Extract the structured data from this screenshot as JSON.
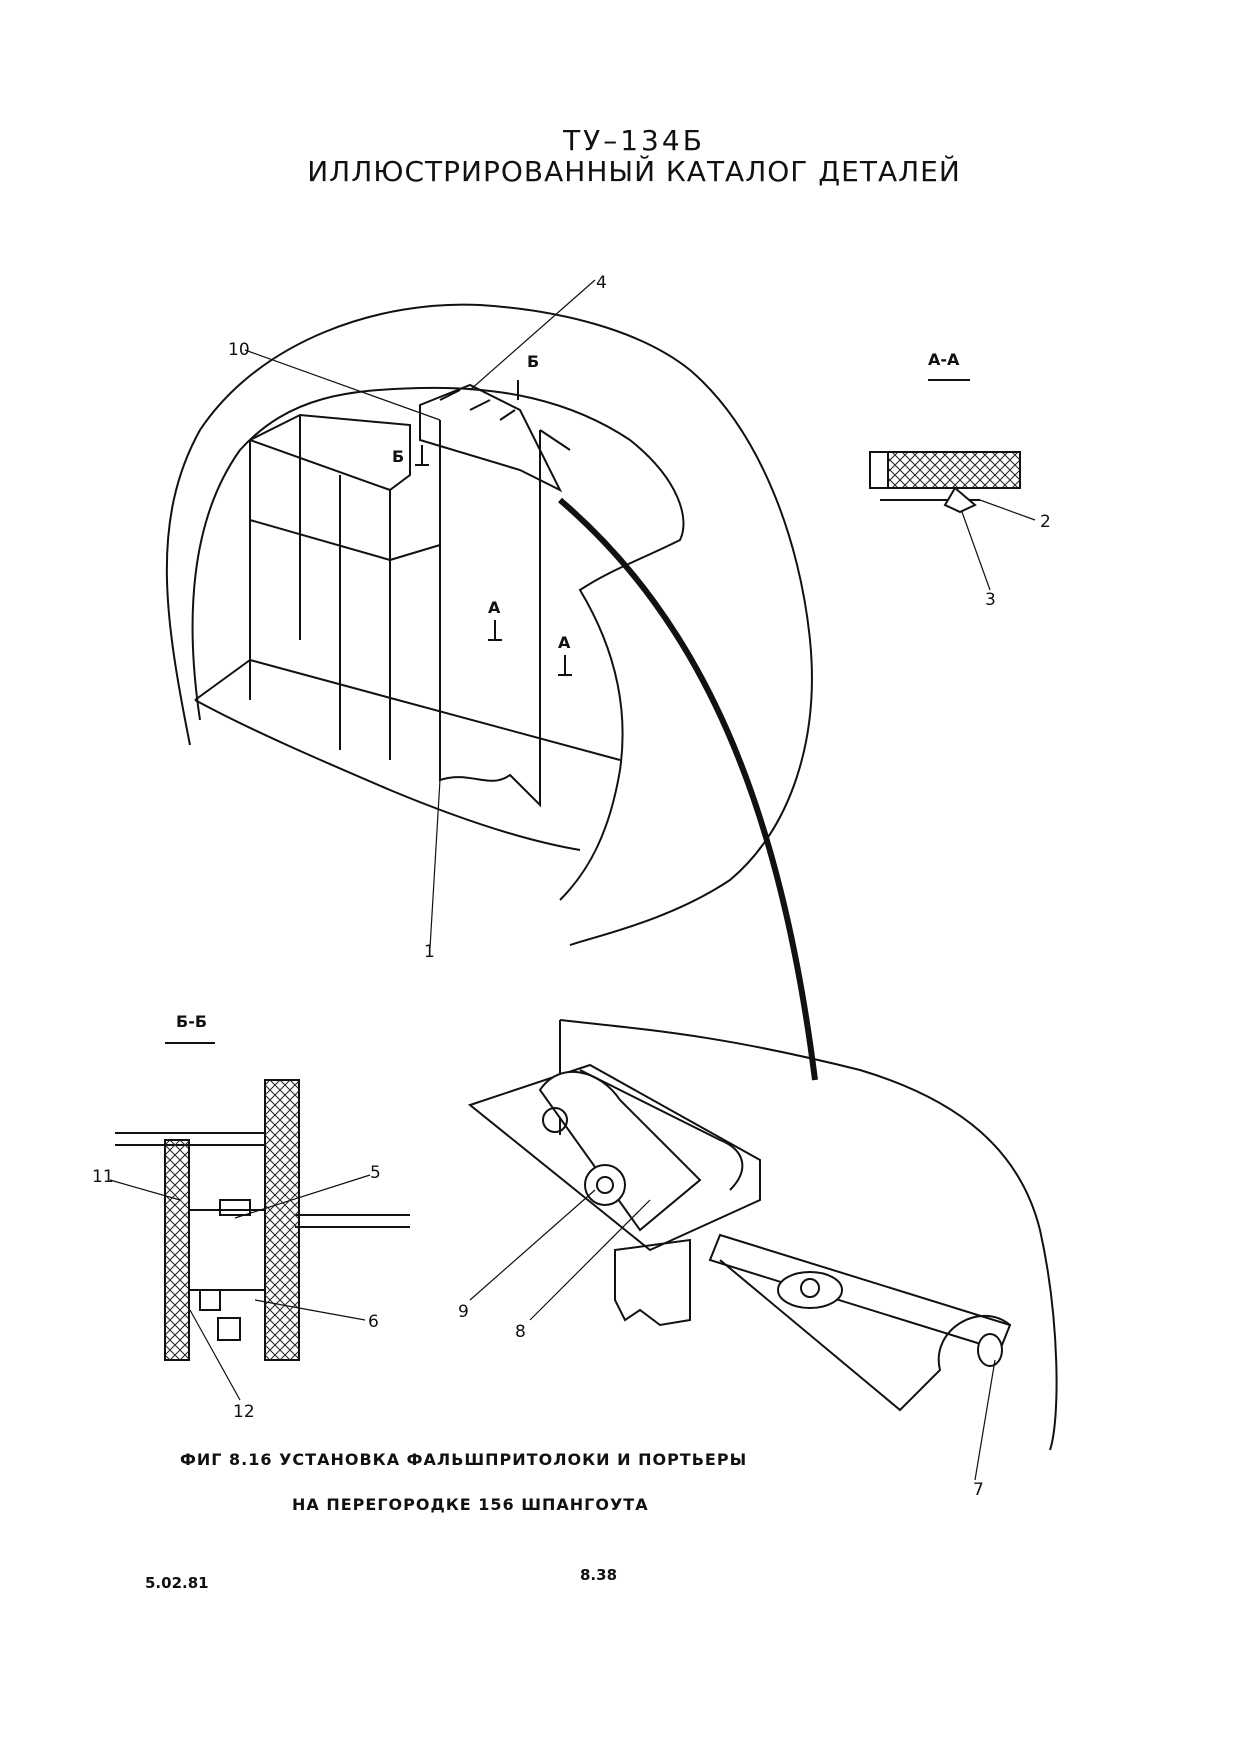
{
  "header": {
    "title_line1": "ТУ–134Б",
    "title_line2": "ИЛЛЮСТРИРОВАННЫЙ КАТАЛОГ ДЕТАЛЕЙ"
  },
  "section_labels": {
    "aa": "А-А",
    "bb": "Б-Б",
    "arrow_a": "А",
    "arrow_b": "Б"
  },
  "callouts": [
    "1",
    "2",
    "3",
    "4",
    "5",
    "6",
    "7",
    "8",
    "9",
    "10",
    "11",
    "12"
  ],
  "caption": {
    "line1": "ФИГ 8.16  УСТАНОВКА ФАЛЬШПРИТОЛОКИ И  ПОРТЬЕРЫ",
    "line2": "НА ПЕРЕГОРОДКЕ 156 ШПАНГОУТА"
  },
  "footer": {
    "date": "5.02.81",
    "page": "8.38"
  }
}
